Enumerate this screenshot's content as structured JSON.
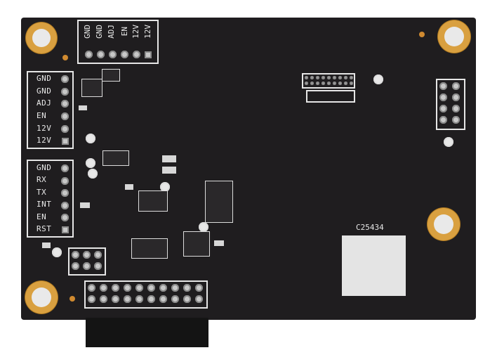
{
  "board": {
    "top_header_labels": [
      "GND",
      "GND",
      "ADJ",
      "EN",
      "12V",
      "12V"
    ],
    "left_power_labels": [
      "GND",
      "GND",
      "ADJ",
      "EN",
      "12V",
      "12V"
    ],
    "left_uart_labels": [
      "GND",
      "RX",
      "TX",
      "INT",
      "EN",
      "RST"
    ],
    "component_label": "C25434"
  }
}
